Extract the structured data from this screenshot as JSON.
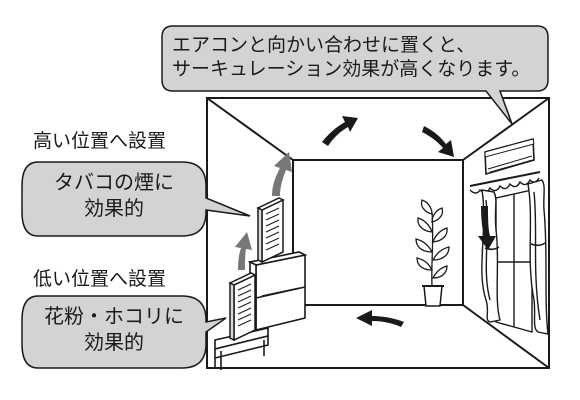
{
  "top_callout": {
    "line1": "エアコンと向かい合わせに置くと、",
    "line2": "サーキュレーション効果が高くなります。"
  },
  "high_placement": {
    "heading": "高い位置へ設置",
    "bubble_line1": "タバコの煙に",
    "bubble_line2": "効果的"
  },
  "low_placement": {
    "heading": "低い位置へ設置",
    "bubble_line1": "花粉・ホコリに",
    "bubble_line2": "効果的"
  },
  "colors": {
    "ink": "#1a1a1a",
    "bubble_fill": "#d3d3d3",
    "arrow_gray": "#777777",
    "background": "#ffffff"
  },
  "icons": [
    "air-conditioner-icon",
    "air-purifier-icon",
    "potted-plant-icon",
    "curtain-window-icon",
    "airflow-arrow-icon",
    "shelf-icon"
  ]
}
